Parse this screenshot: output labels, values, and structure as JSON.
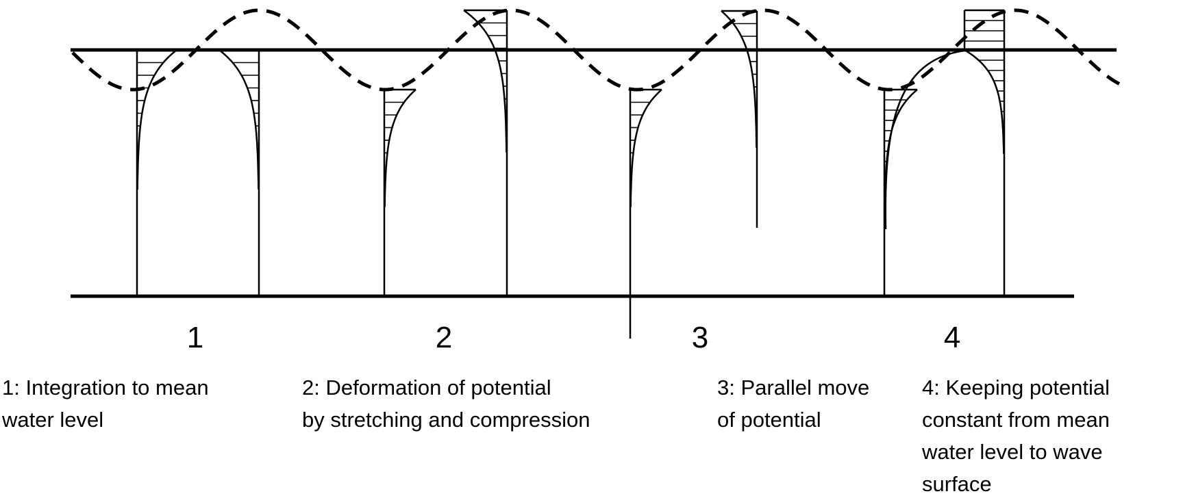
{
  "page": {
    "background": "#ffffff",
    "ink": "#000000"
  },
  "group_labels": [
    "1",
    "2",
    "3",
    "4"
  ],
  "captions": [
    {
      "lines": [
        "1: Integration to mean",
        "water level"
      ]
    },
    {
      "lines": [
        "2: Deformation of potential",
        "by stretching and compression"
      ]
    },
    {
      "lines": [
        "3: Parallel move",
        "of potential"
      ]
    },
    {
      "lines": [
        "4: Keeping potential",
        "constant from mean",
        "water level to wave",
        "surface"
      ]
    }
  ],
  "figure_key": {
    "dashed_curve": "wave surface (sinusoid)",
    "upper_solid_line": "mean water level",
    "lower_solid_line": "seabed",
    "hatched_shapes": "velocity potential profiles at wave trough and wave crest for each method"
  }
}
